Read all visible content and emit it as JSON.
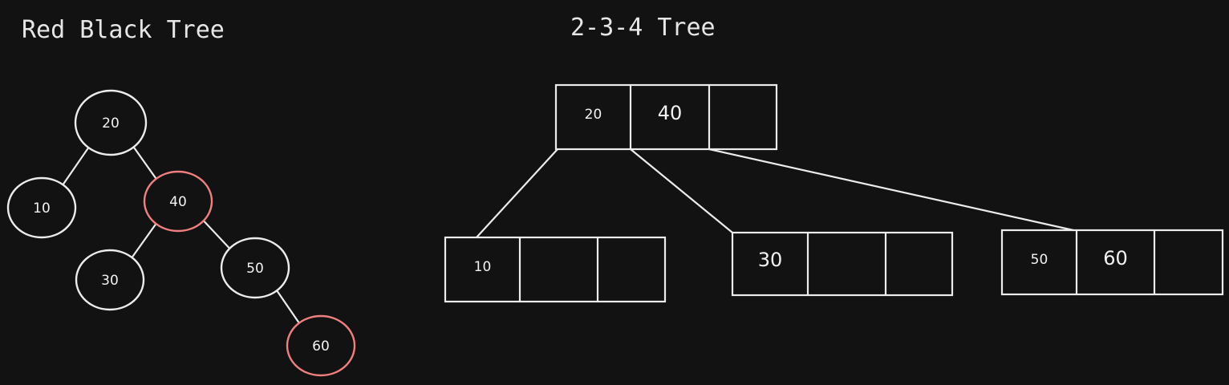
{
  "titles": {
    "rb_title": "Red Black Tree",
    "t234_title": "2-3-4 Tree"
  },
  "colors": {
    "background": "#121212",
    "black_node": "#ececec",
    "red_node": "#f08080",
    "line": "#ececec",
    "text": "#f2f2f2"
  },
  "rb_tree": {
    "nodes": [
      {
        "id": "n20",
        "label": "20",
        "color": "black"
      },
      {
        "id": "n10",
        "label": "10",
        "color": "black"
      },
      {
        "id": "n40",
        "label": "40",
        "color": "red"
      },
      {
        "id": "n30",
        "label": "30",
        "color": "black"
      },
      {
        "id": "n50",
        "label": "50",
        "color": "black"
      },
      {
        "id": "n60",
        "label": "60",
        "color": "red"
      }
    ],
    "edges": [
      [
        "n20",
        "n10"
      ],
      [
        "n20",
        "n40"
      ],
      [
        "n40",
        "n30"
      ],
      [
        "n40",
        "n50"
      ],
      [
        "n50",
        "n60"
      ]
    ]
  },
  "tree_234": {
    "root": {
      "id": "root",
      "keys": [
        "20",
        "40",
        ""
      ]
    },
    "children": [
      {
        "id": "c1",
        "keys": [
          "10",
          "",
          ""
        ]
      },
      {
        "id": "c2",
        "keys": [
          "30",
          "",
          ""
        ]
      },
      {
        "id": "c3",
        "keys": [
          "50",
          "60",
          ""
        ]
      }
    ]
  }
}
